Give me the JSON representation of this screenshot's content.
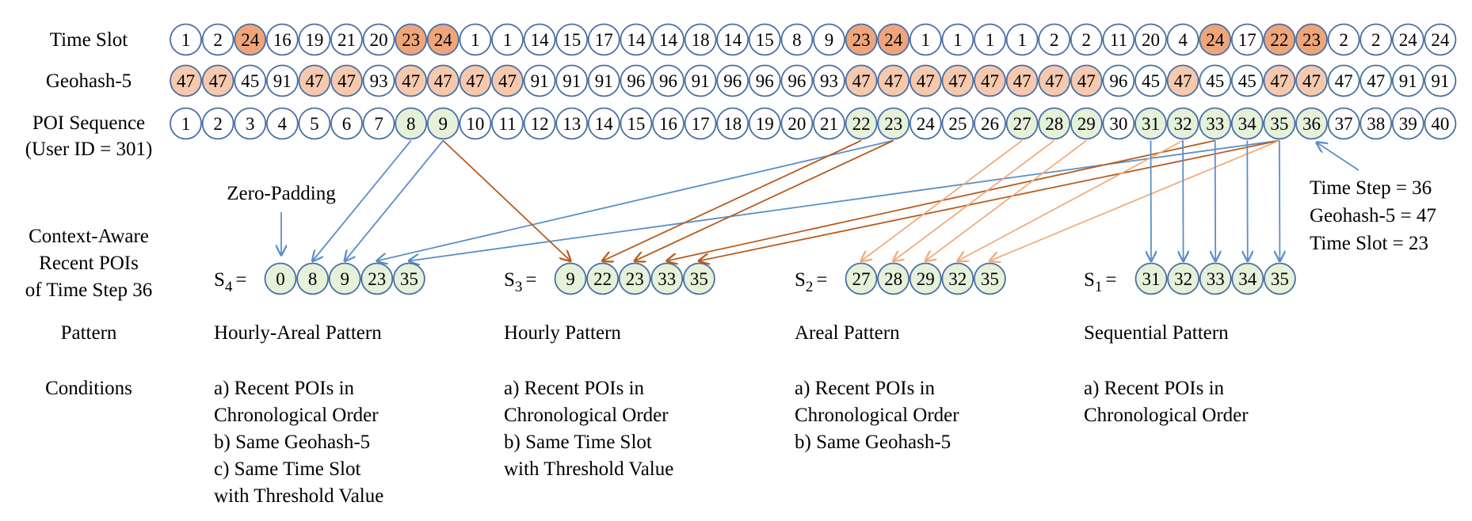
{
  "rows": [
    {
      "id": "time_slot",
      "label": [
        "Time Slot"
      ],
      "values": [
        "1",
        "2",
        "24",
        "16",
        "19",
        "21",
        "20",
        "23",
        "24",
        "1",
        "1",
        "14",
        "15",
        "17",
        "14",
        "14",
        "18",
        "14",
        "15",
        "8",
        "9",
        "23",
        "24",
        "1",
        "1",
        "1",
        "1",
        "2",
        "2",
        "11",
        "20",
        "4",
        "24",
        "17",
        "22",
        "23",
        "2",
        "2",
        "24",
        "24"
      ],
      "highlight": [
        3,
        8,
        9,
        22,
        23,
        33,
        35,
        36
      ],
      "highlight_color": "#EFA57A"
    },
    {
      "id": "geohash",
      "label": [
        "Geohash-5"
      ],
      "values": [
        "47",
        "47",
        "45",
        "91",
        "47",
        "47",
        "93",
        "47",
        "47",
        "47",
        "47",
        "91",
        "91",
        "91",
        "96",
        "96",
        "91",
        "96",
        "96",
        "96",
        "93",
        "47",
        "47",
        "47",
        "47",
        "47",
        "47",
        "47",
        "47",
        "96",
        "45",
        "47",
        "45",
        "45",
        "47",
        "47",
        "47",
        "47",
        "91",
        "91"
      ],
      "highlight": [
        1,
        2,
        5,
        6,
        8,
        9,
        10,
        11,
        22,
        23,
        24,
        25,
        26,
        27,
        28,
        29,
        32,
        35,
        36
      ],
      "highlight_color": "#F6C9AE"
    },
    {
      "id": "poi",
      "label": [
        "POI Sequence",
        "(User ID = 301)"
      ],
      "values": [
        "1",
        "2",
        "3",
        "4",
        "5",
        "6",
        "7",
        "8",
        "9",
        "10",
        "11",
        "12",
        "13",
        "14",
        "15",
        "16",
        "17",
        "18",
        "19",
        "20",
        "21",
        "22",
        "23",
        "24",
        "25",
        "26",
        "27",
        "28",
        "29",
        "30",
        "31",
        "32",
        "33",
        "34",
        "35",
        "36",
        "37",
        "38",
        "39",
        "40"
      ],
      "highlight": [
        8,
        9,
        22,
        23,
        27,
        28,
        29,
        31,
        32,
        33,
        34,
        35,
        36
      ],
      "highlight_color": "#E6F1DA"
    }
  ],
  "cell_border_color": "#4A6FA5",
  "zero_padding_label": "Zero-Padding",
  "context_label": [
    "Context-Aware",
    "Recent POIs",
    "of Time Step 36"
  ],
  "time_step_info": [
    "Time Step = 36",
    "Geohash-5 = 47",
    "Time Slot = 23"
  ],
  "pattern_label": "Pattern",
  "conditions_label": "Conditions",
  "groups": [
    {
      "name": "S",
      "sub": "4",
      "values": [
        "0",
        "8",
        "9",
        "23",
        "35"
      ],
      "pattern": "Hourly-Areal Pattern",
      "conditions": [
        "a) Recent POIs in",
        "Chronological Order",
        "b) Same Geohash-5",
        "c) Same Time Slot",
        "with Threshold Value"
      ],
      "arrow_color": "#5B8EC9",
      "sources": [
        8,
        9,
        23,
        35
      ]
    },
    {
      "name": "S",
      "sub": "3",
      "values": [
        "9",
        "22",
        "23",
        "33",
        "35"
      ],
      "pattern": "Hourly Pattern",
      "conditions": [
        "a) Recent POIs in",
        "Chronological Order",
        "b) Same Time Slot",
        "with Threshold Value"
      ],
      "arrow_color": "#B85C1E",
      "sources": [
        9,
        22,
        23,
        33,
        35
      ]
    },
    {
      "name": "S",
      "sub": "2",
      "values": [
        "27",
        "28",
        "29",
        "32",
        "35"
      ],
      "pattern": "Areal Pattern",
      "conditions": [
        "a) Recent POIs in",
        "Chronological Order",
        "b) Same Geohash-5"
      ],
      "arrow_color": "#F0AC7E",
      "sources": [
        27,
        28,
        29,
        32,
        35
      ]
    },
    {
      "name": "S",
      "sub": "1",
      "values": [
        "31",
        "32",
        "33",
        "34",
        "35"
      ],
      "pattern": "Sequential Pattern",
      "conditions": [
        "a) Recent POIs in",
        "Chronological Order"
      ],
      "arrow_color": "#5B8EC9",
      "sources": [
        31,
        32,
        33,
        34,
        35
      ]
    }
  ]
}
